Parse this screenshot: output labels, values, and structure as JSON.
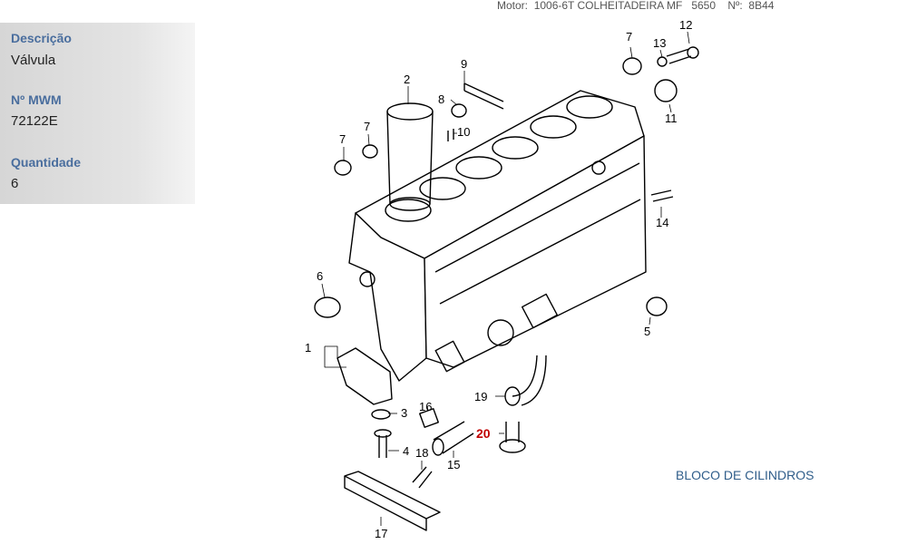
{
  "header": {
    "motor_label": "Motor:",
    "motor_value": "1006-6T COLHEITADEIRA MF",
    "model": "5650",
    "number_label": "Nº:",
    "number_value": "8B44"
  },
  "info": {
    "description_label": "Descrição",
    "description_value": "Válvula",
    "mwm_label": "Nº MWM",
    "mwm_value": "72122E",
    "quantity_label": "Quantidade",
    "quantity_value": "6"
  },
  "diagram": {
    "title": "BLOCO DE CILINDROS",
    "highlight_color": "#c00000",
    "callouts": {
      "c1": "1",
      "c2": "2",
      "c3": "3",
      "c4": "4",
      "c5": "5",
      "c6": "6",
      "c7a": "7",
      "c7b": "7",
      "c7c": "7",
      "c8": "8",
      "c9": "9",
      "c10": "10",
      "c11": "11",
      "c12": "12",
      "c13": "13",
      "c14": "14",
      "c15": "15",
      "c16": "16",
      "c17": "17",
      "c18": "18",
      "c19": "19",
      "c20": "20"
    }
  }
}
